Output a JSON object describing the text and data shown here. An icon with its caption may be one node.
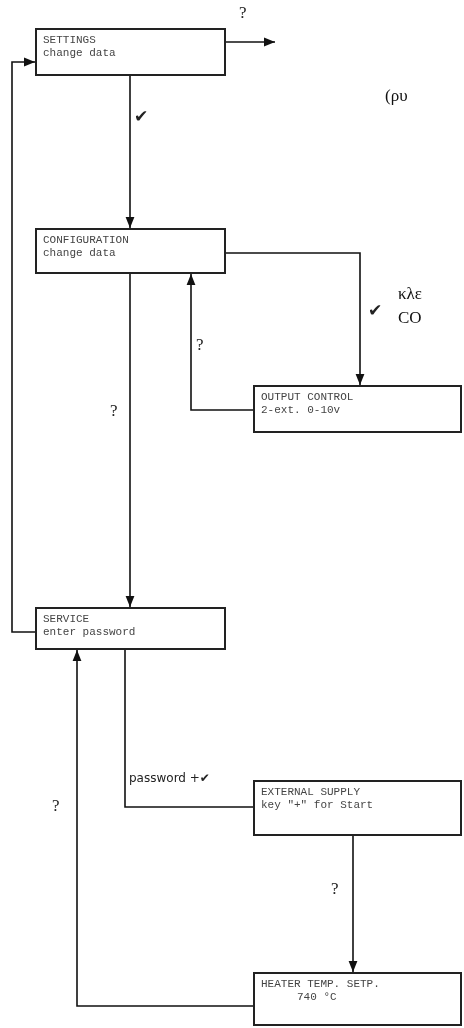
{
  "diagram": {
    "nodes": [
      {
        "text": [
          "SETTINGS",
          "change data"
        ]
      },
      {
        "text": [
          "CONFIGURATION",
          "change data"
        ]
      },
      {
        "text": [
          "OUTPUT CONTROL",
          "2-ext. 0-10v"
        ]
      },
      {
        "text": [
          "SERVICE",
          "enter password"
        ]
      },
      {
        "text": [
          "EXTERNAL SUPPLY",
          "key \"+\" for Start"
        ]
      },
      {
        "text": [
          "HEATER TEMP. SETP.",
          "740 °C"
        ]
      }
    ],
    "edges": [
      {
        "from": 0,
        "to": null,
        "arrow": "to",
        "label": "?"
      },
      {
        "from": 0,
        "to": 1,
        "arrow": "to",
        "label": "✔"
      },
      {
        "from": 1,
        "to": 2,
        "arrow": "to",
        "label": "✔"
      },
      {
        "from": 2,
        "to": 1,
        "arrow": "to",
        "label": "?"
      },
      {
        "from": 1,
        "to": 3,
        "arrow": "to",
        "label": "?"
      },
      {
        "from": 3,
        "to": 0,
        "arrow": "to"
      },
      {
        "from": 3,
        "to": 4,
        "arrow": "none",
        "label": "password +✔"
      },
      {
        "from": 4,
        "to": 5,
        "arrow": "to",
        "label": "?"
      },
      {
        "from": 5,
        "to": 3,
        "arrow": "to",
        "label": "?"
      }
    ],
    "labels": [
      "(ρυ",
      "κλε",
      "CO"
    ]
  }
}
